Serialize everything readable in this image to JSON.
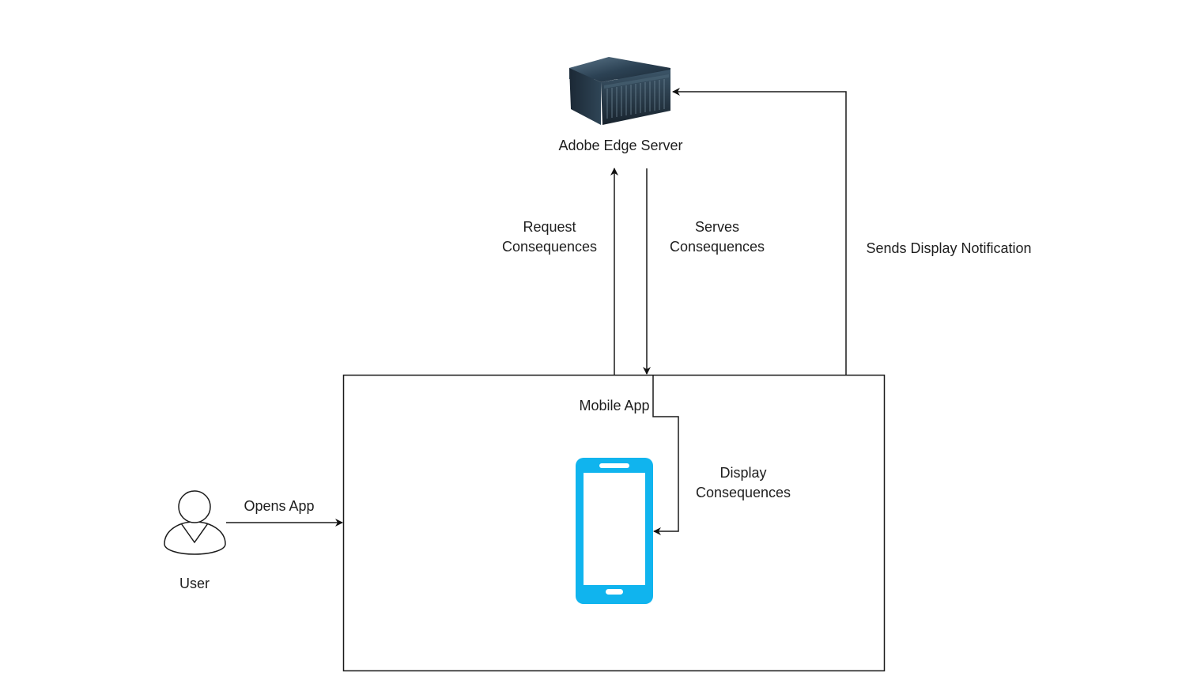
{
  "diagram": {
    "title": "Adobe Edge consequences flow",
    "nodes": {
      "server": {
        "label": "Adobe Edge Server",
        "icon": "server-icon"
      },
      "user": {
        "label": "User",
        "icon": "user-icon"
      },
      "mobile_app": {
        "label": "Mobile App",
        "icon": "smartphone-icon",
        "color": "#10b4ee"
      }
    },
    "edges": {
      "opens_app": {
        "label": "Opens App",
        "from": "User",
        "to": "Mobile App"
      },
      "request": {
        "line1": "Request",
        "line2": "Consequences",
        "from": "Mobile App",
        "to": "Adobe Edge Server"
      },
      "serves": {
        "line1": "Serves",
        "line2": "Consequences",
        "from": "Adobe Edge Server",
        "to": "Mobile App"
      },
      "display": {
        "line1": "Display",
        "line2": "Consequences",
        "from": "Mobile App",
        "to": "Mobile App (phone)"
      },
      "notify": {
        "label": "Sends Display Notification",
        "from": "Mobile App",
        "to": "Adobe Edge Server"
      }
    },
    "colors": {
      "stroke": "#1a1a1a",
      "phone": "#10b4ee",
      "server_dark": "#1c2a36",
      "server_mid": "#3b5366"
    }
  }
}
